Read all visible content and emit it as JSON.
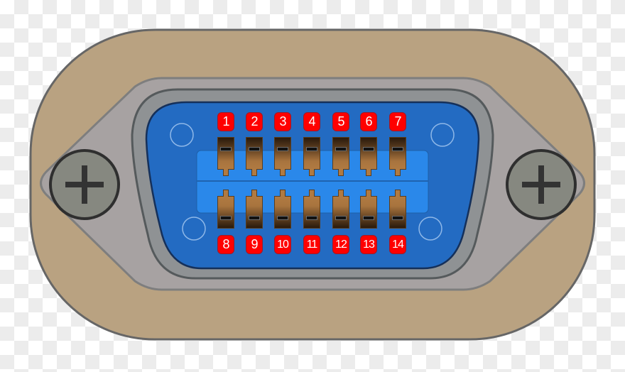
{
  "diagram": {
    "subject": "DB-15 / HD-15 VGA connector pinout",
    "colors": {
      "housing": "#b9a281",
      "housing_stroke": "#666666",
      "plate": "#a7a2a2",
      "shell": "#8f9294",
      "insulator": "#236bc2",
      "insulator_highlight": "#2a88ea",
      "pin": "#b07a42",
      "label_bg": "#ff0000",
      "label_text": "#ffffff",
      "screw": "#868880"
    },
    "screws": [
      {
        "side": "left",
        "icon": "phillips-screw-icon"
      },
      {
        "side": "right",
        "icon": "phillips-screw-icon"
      }
    ],
    "top_row": {
      "labels": [
        "1",
        "2",
        "3",
        "4",
        "5",
        "6",
        "7"
      ]
    },
    "bottom_row": {
      "labels": [
        "8",
        "9",
        "10",
        "11",
        "12",
        "13",
        "14"
      ]
    }
  }
}
